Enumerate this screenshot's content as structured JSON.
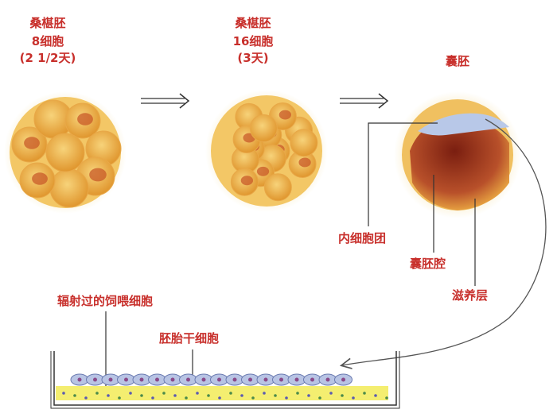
{
  "stages": [
    {
      "lines": [
        "桑椹胚",
        "8细胞",
        "(2 1/2天)"
      ]
    },
    {
      "lines": [
        "桑椹胚",
        "16细胞",
        "(3天)"
      ]
    },
    {
      "lines": [
        "囊胚"
      ]
    }
  ],
  "labels": {
    "inner_cell_mass": "内细胞团",
    "blastocoel": "囊胚腔",
    "trophoblast": "滋养层",
    "feeder_cells": "辐射过的饲喂细胞",
    "es_cells": "胚胎干细胞"
  },
  "colors": {
    "label": "#c8302c",
    "cell": "#f0b94a",
    "nucleus": "#c85a28"
  }
}
